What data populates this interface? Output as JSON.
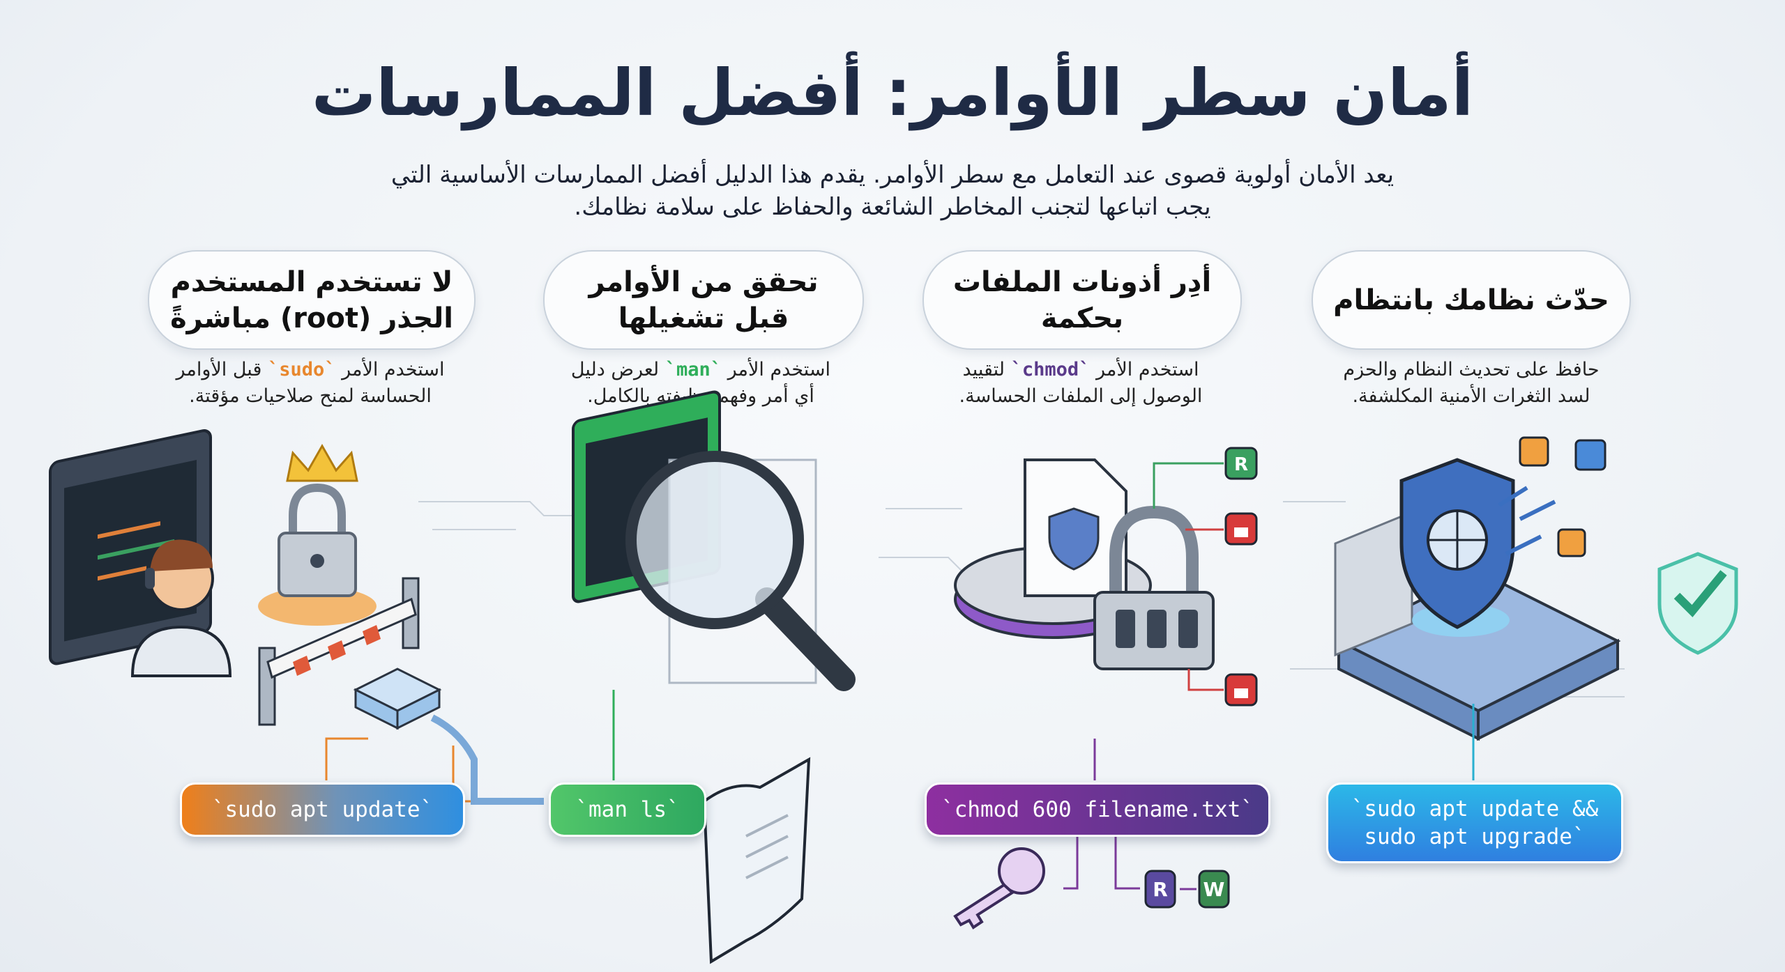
{
  "title": "أمان سطر الأوامر: أفضل الممارسات",
  "subtitle": {
    "line1": "يعد الأمان أولوية قصوى عند التعامل مع سطر الأوامر. يقدم هذا الدليل أفضل الممارسات الأساسية التي",
    "line2": "يجب اتباعها لتجنب المخاطر الشائعة والحفاظ على سلامة نظامك."
  },
  "practices": [
    {
      "heading_line1": "حدّث نظامك بانتظام",
      "heading_line2": "",
      "desc_line1": "حافظ على تحديث النظام والحزم",
      "desc_line2": "لسد الثغرات الأمنية المكلشفة.",
      "command": "`sudo apt update &&\nsudo apt upgrade`",
      "accent": "#2f8fe0"
    },
    {
      "heading_line1": "أدِر أذونات الملفات",
      "heading_line2": "بحكمة",
      "desc_pre": "استخدم الأمر ",
      "desc_cmd": "`chmod`",
      "desc_post": " لتقييد",
      "desc_line2": "الوصول إلى الملفات الحساسة.",
      "command": "`chmod 600 filename.txt`",
      "accent": "#6a3a9a",
      "badges": {
        "r": "R",
        "w": "W"
      }
    },
    {
      "heading_line1": "تحقق من الأوامر",
      "heading_line2": "قبل تشغيلها",
      "desc_pre": "استخدم الأمر ",
      "desc_cmd": "`man`",
      "desc_post": " لعرض دليل",
      "desc_line2": "أي أمر وفهم وظيفته بالكامل.",
      "command": "`man ls`",
      "accent": "#2fae5a"
    },
    {
      "heading_line1": "لا تستخدم المستخدم",
      "heading_line2": "الجذر (root) مباشرةً",
      "desc_pre": "استخدم الأمر ",
      "desc_cmd": "`sudo`",
      "desc_post": " قبل الأوامر",
      "desc_line2": "الحساسة لمنح صلاحيات مؤقتة.",
      "command": "`sudo apt update`",
      "accent": "#e8872e"
    }
  ],
  "colors": {
    "title": "#1f2b45",
    "sudo": "#e8872e",
    "man": "#2fae5a",
    "chmod": "#5a3a8a",
    "update": "#2f8fe0"
  },
  "icons": [
    "terminal-icon",
    "user-headset-icon",
    "crown-icon",
    "padlock-icon",
    "barrier-icon",
    "magnifier-icon",
    "scroll-icon",
    "shield-document-icon",
    "combination-lock-icon",
    "key-icon",
    "firewall-icon",
    "globe-shield-icon",
    "check-shield-icon"
  ]
}
